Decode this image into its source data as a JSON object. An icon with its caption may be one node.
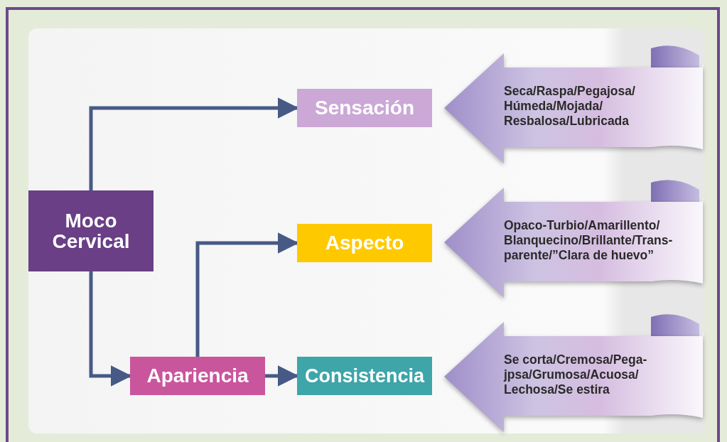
{
  "diagram": {
    "nodes": [
      {
        "text": [
          "Moco Cervical"
        ]
      },
      {
        "text": [
          "Sensación"
        ]
      },
      {
        "text": [
          "Aspecto"
        ]
      },
      {
        "text": [
          "Apariencia"
        ]
      },
      {
        "text": [
          "Consistencia"
        ]
      },
      {
        "text": [
          "Seca/Raspa/Pegajosa/ Húmeda/Mojada/ Resbalosa/Lubricada"
        ]
      },
      {
        "text": [
          "Opaco-Turbio/Amarillento/ Blanquecino/Brillante/Trans- parente/”Clara de huevo”"
        ]
      },
      {
        "text": [
          "Se corta/Cremosa/Pega- jpsa/Grumosa/Acuosa/ Lechosa/Se estira"
        ]
      }
    ],
    "edges": [
      {
        "from": 0,
        "to": 1,
        "arrow": "to"
      },
      {
        "from": 0,
        "to": 3,
        "arrow": "to"
      },
      {
        "from": 3,
        "to": 2,
        "arrow": "to"
      },
      {
        "from": 3,
        "to": 4,
        "arrow": "to"
      }
    ]
  }
}
